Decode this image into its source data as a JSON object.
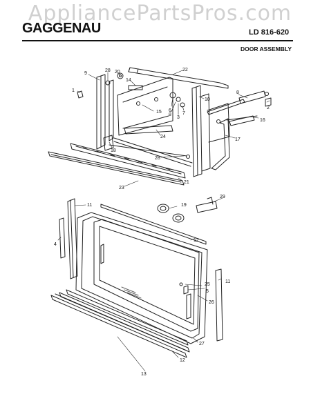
{
  "watermark": "AppliancePartsPros.com",
  "header": {
    "brand": "GAGGENAU",
    "model": "LD 816-620",
    "section": "DOOR ASSEMBLY"
  },
  "callouts": [
    {
      "id": "c1",
      "label": "1"
    },
    {
      "id": "c2",
      "label": "2"
    },
    {
      "id": "c3",
      "label": "3"
    },
    {
      "id": "c4",
      "label": "4"
    },
    {
      "id": "c5",
      "label": "5"
    },
    {
      "id": "c6",
      "label": "6"
    },
    {
      "id": "c7",
      "label": "7"
    },
    {
      "id": "c8",
      "label": "8"
    },
    {
      "id": "c8b",
      "label": "8"
    },
    {
      "id": "c9",
      "label": "9"
    },
    {
      "id": "c10",
      "label": "10"
    },
    {
      "id": "c11a",
      "label": "11"
    },
    {
      "id": "c11b",
      "label": "11"
    },
    {
      "id": "c12a",
      "label": "12"
    },
    {
      "id": "c12b",
      "label": "12"
    },
    {
      "id": "c13",
      "label": "13"
    },
    {
      "id": "c14",
      "label": "14"
    },
    {
      "id": "c15",
      "label": "15"
    },
    {
      "id": "c16",
      "label": "16"
    },
    {
      "id": "c17",
      "label": "17"
    },
    {
      "id": "c18",
      "label": "18"
    },
    {
      "id": "c19",
      "label": "19"
    },
    {
      "id": "c20",
      "label": "20"
    },
    {
      "id": "c21",
      "label": "21"
    },
    {
      "id": "c22",
      "label": "22"
    },
    {
      "id": "c23",
      "label": "23"
    },
    {
      "id": "c24",
      "label": "24"
    },
    {
      "id": "c25",
      "label": "25"
    },
    {
      "id": "c26",
      "label": "26"
    },
    {
      "id": "c27",
      "label": "27"
    },
    {
      "id": "c28a",
      "label": "28"
    },
    {
      "id": "c28b",
      "label": "28"
    },
    {
      "id": "c29",
      "label": "29"
    }
  ]
}
